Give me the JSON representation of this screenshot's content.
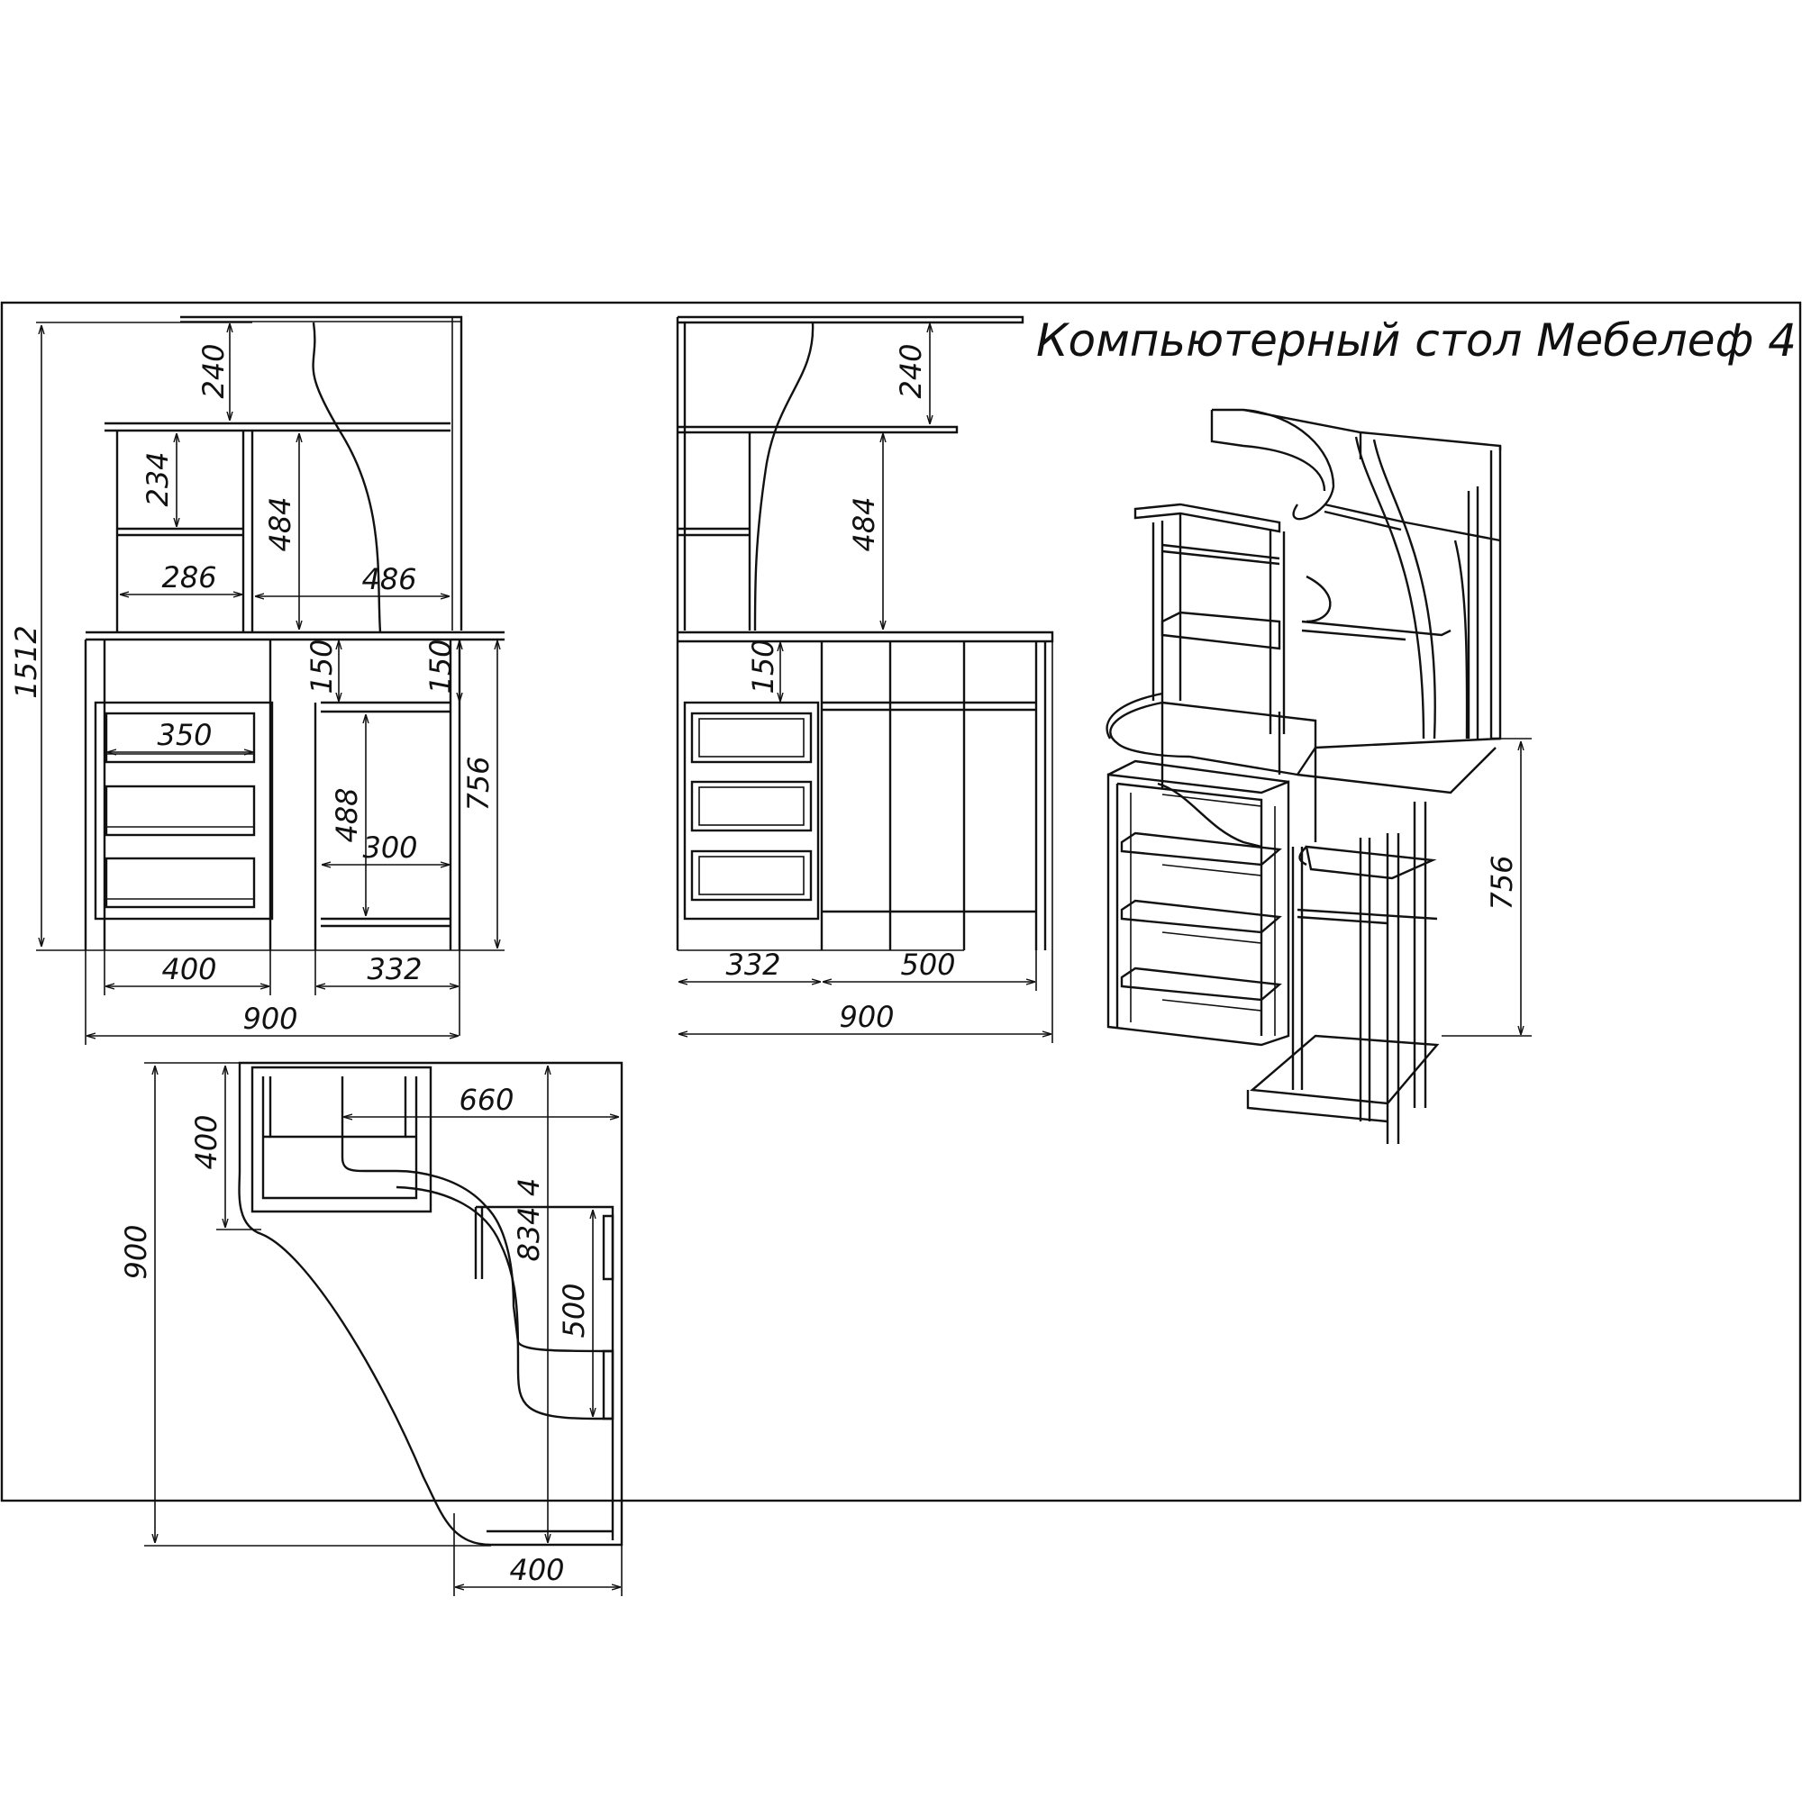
{
  "title": "Компьютерный стол Мебелеф 4",
  "front_view": {
    "height_total": "1512",
    "top_shelf_gap": "240",
    "left_shelf_gap": "234",
    "upper_height": "484",
    "left_shelf_width": "286",
    "right_shelf_width": "486",
    "gap_under_top_left": "150",
    "gap_under_top_right": "150",
    "drawer_width": "350",
    "inner_height": "488",
    "desk_height": "756",
    "shelf_width": "300",
    "drawer_module_width": "400",
    "cabinet_width": "332",
    "overall_width": "900"
  },
  "side_view": {
    "top_shelf_gap": "240",
    "upper_height": "484",
    "gap_under_top": "150",
    "cabinet_width": "332",
    "desk_width": "500",
    "overall_width": "900"
  },
  "iso_view": {
    "desk_height": "756"
  },
  "plan_view": {
    "depth_left": "400",
    "width_660": "660",
    "diagonal": "834",
    "depth_right": "500",
    "overall_depth": "900",
    "bottom_width": "400",
    "label_4": "4"
  }
}
